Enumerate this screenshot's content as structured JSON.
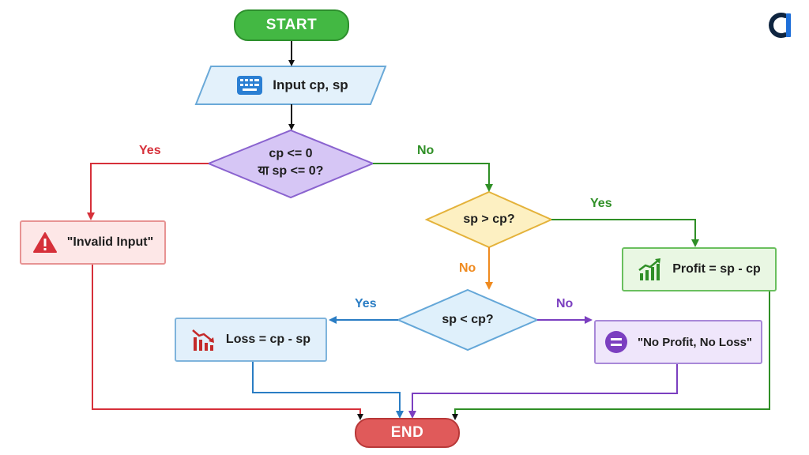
{
  "start": {
    "label": "START"
  },
  "input": {
    "label": "Input cp, sp",
    "icon": "keyboard-icon"
  },
  "decisions": {
    "invalid_check": {
      "line1": "cp <= 0",
      "line2": "या sp <= 0?"
    },
    "profit_check": {
      "label": "sp > cp?"
    },
    "loss_check": {
      "label": "sp < cp?"
    }
  },
  "outputs": {
    "invalid": {
      "label": "\"Invalid Input\"",
      "icon": "warning-icon"
    },
    "profit": {
      "label": "Profit = sp - cp",
      "icon": "trend-up-chart-icon"
    },
    "loss": {
      "label": "Loss = cp - sp",
      "icon": "trend-down-chart-icon"
    },
    "no_profit": {
      "label": "\"No Profit, No Loss\"",
      "icon": "equals-icon"
    }
  },
  "end": {
    "label": "END"
  },
  "edge_labels": {
    "invalid_yes": "Yes",
    "invalid_no": "No",
    "profit_yes": "Yes",
    "profit_no": "No",
    "loss_yes": "Yes",
    "loss_no": "No"
  },
  "colors": {
    "start": "#43b843",
    "end": "#e05a5a",
    "red": "#d6303a",
    "green": "#2f8f26",
    "orange": "#ef8a1f",
    "blue": "#2a7dc4",
    "purple": "#7b3fc0",
    "black": "#111111"
  },
  "logo_icon": "brand-logo-icon"
}
